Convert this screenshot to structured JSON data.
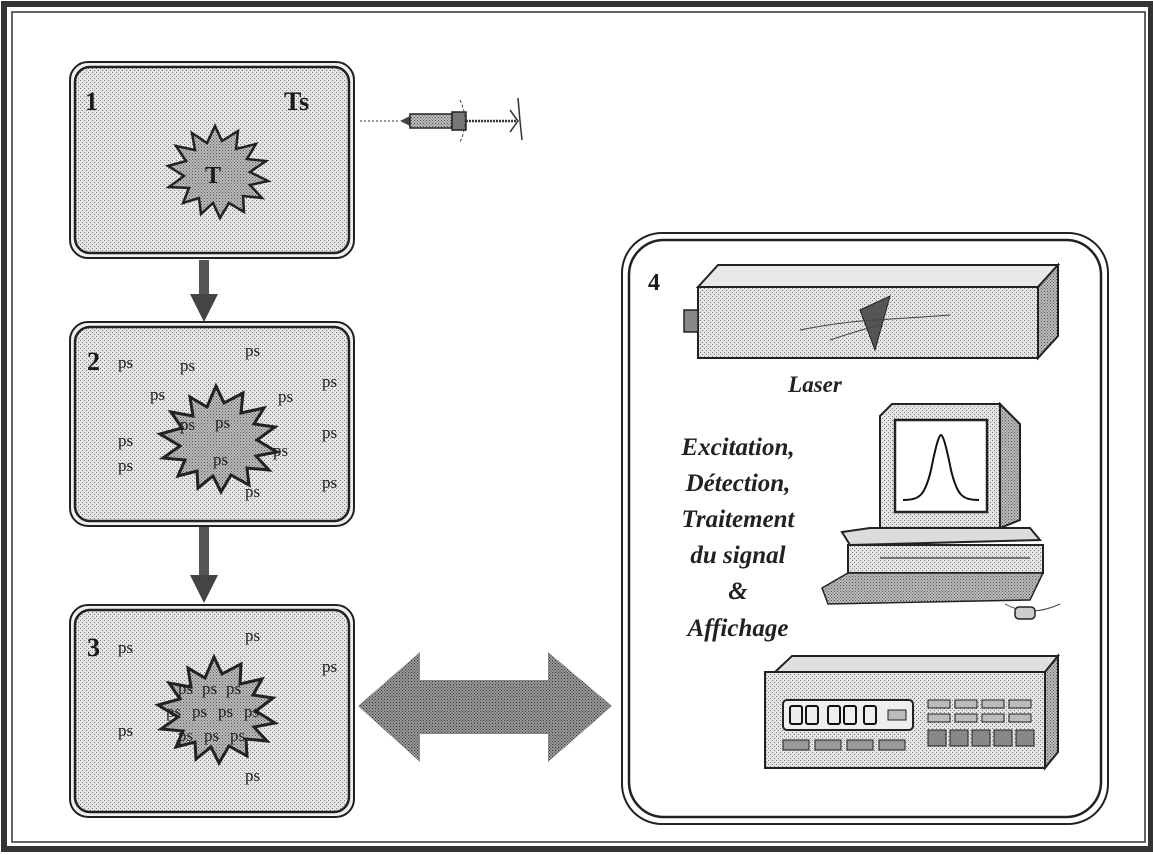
{
  "panels": [
    {
      "number": "1",
      "corner_label": "Ts",
      "center_label": "T"
    },
    {
      "number": "2"
    },
    {
      "number": "3"
    },
    {
      "number": "4"
    }
  ],
  "particle_label": "ps",
  "panel4": {
    "laser_label": "Laser",
    "lines": [
      "Excitation,",
      "Détection,",
      "Traitement",
      "du signal",
      "&",
      "Affichage"
    ]
  },
  "colors": {
    "border": "#333333",
    "stipple": "#c8c8c8",
    "arrow": "#555555"
  }
}
